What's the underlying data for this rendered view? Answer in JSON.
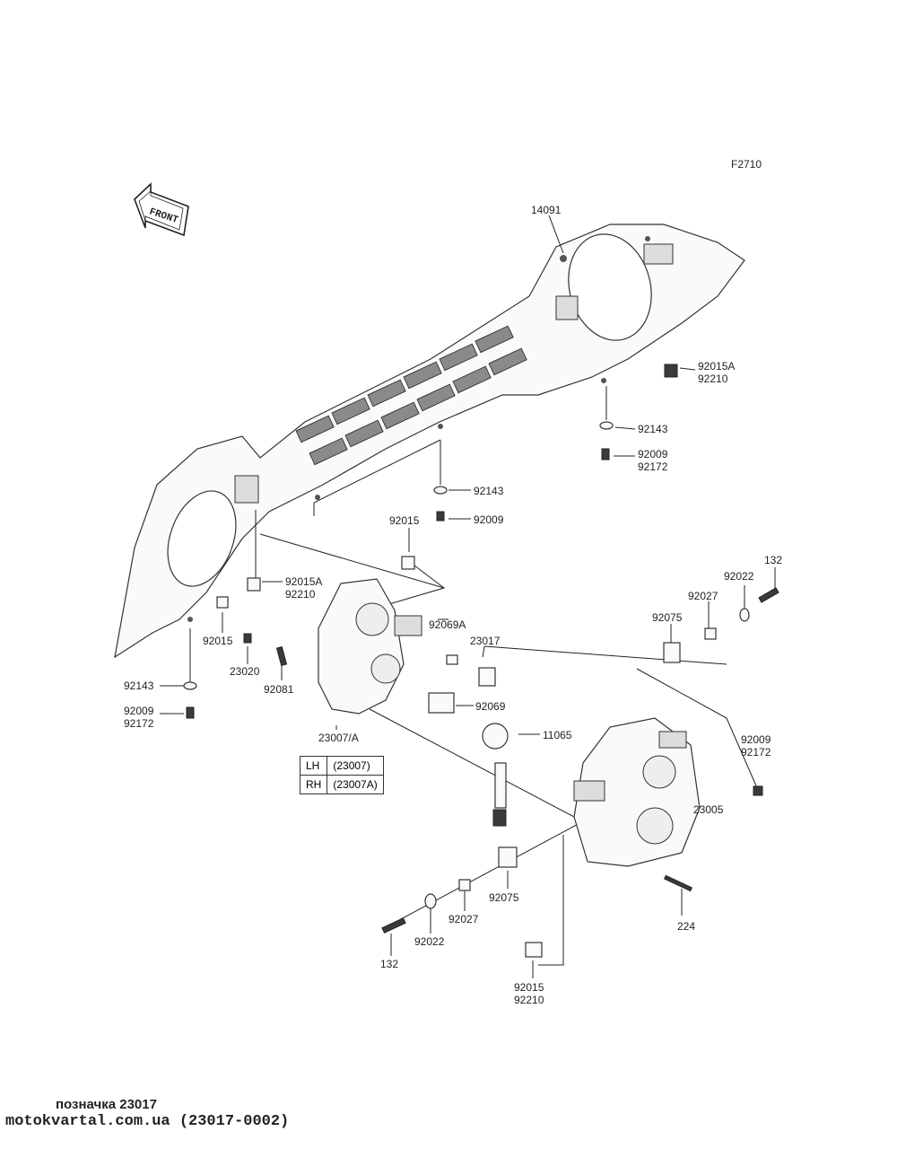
{
  "diagram_code": "F2710",
  "front_label": "FRONT",
  "callouts": {
    "c14091": "14091",
    "c92015A_a": "92015A",
    "c92210_a": "92210",
    "c92143_a": "92143",
    "c92009_a": "92009",
    "c92172_a": "92172",
    "c92143_b": "92143",
    "c92009_b": "92009",
    "c92015_a": "92015",
    "c92015A_b": "92015A",
    "c92210_b": "92210",
    "c92015_b": "92015",
    "c23020": "23020",
    "c92081": "92081",
    "c92143_c": "92143",
    "c92009_c": "92009",
    "c92172_c": "92172",
    "c23007A": "23007/A",
    "c92069A": "92069A",
    "c23017": "23017",
    "c92069": "92069",
    "c11065": "11065",
    "c132_a": "132",
    "c92022_a": "92022",
    "c92027_a": "92027",
    "c92075_a": "92075",
    "c92009_d": "92009",
    "c92172_d": "92172",
    "c23005": "23005",
    "c224": "224",
    "c92075_b": "92075",
    "c92027_b": "92027",
    "c92022_b": "92022",
    "c132_b": "132",
    "c92015_c": "92015",
    "c92210_c": "92210"
  },
  "variant_table": [
    {
      "side": "LH",
      "part": "(23007)"
    },
    {
      "side": "RH",
      "part": "(23007A)"
    }
  ],
  "footer": {
    "line1": "позначка 23017",
    "line2": "motokvartal.com.ua (23017-0002)"
  }
}
